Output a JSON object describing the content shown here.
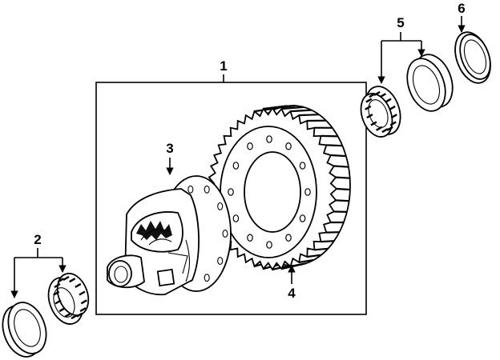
{
  "callouts": [
    {
      "id": "1",
      "text": "1"
    },
    {
      "id": "2",
      "text": "2"
    },
    {
      "id": "3",
      "text": "3"
    },
    {
      "id": "4",
      "text": "4"
    },
    {
      "id": "5",
      "text": "5"
    },
    {
      "id": "6",
      "text": "6"
    }
  ],
  "ring_gear": {
    "teeth": 44
  }
}
